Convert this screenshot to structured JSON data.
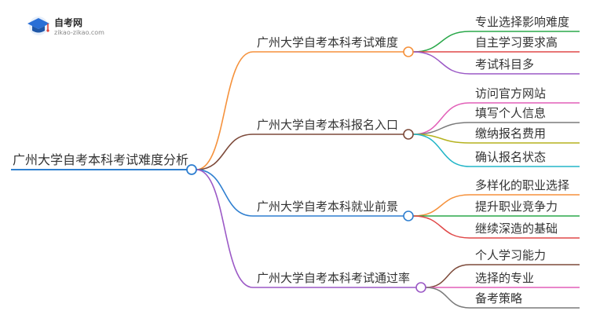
{
  "logo": {
    "icon": "graduation-cap-icon",
    "title": "自考网",
    "url": "zikao-zikao.com",
    "colors": {
      "cap": "#2a6fd6",
      "accent": "#e0443a"
    }
  },
  "mindmap": {
    "root": {
      "label": "广州大学自考本科考试难度分析",
      "color": "#2f7fd0"
    },
    "branches": [
      {
        "label": "广州大学自考本科考试难度",
        "color": "#f5913b",
        "children": [
          {
            "label": "专业选择影响难度",
            "color": "#2aa84a"
          },
          {
            "label": "自主学习要求高",
            "color": "#e04848"
          },
          {
            "label": "考试科目多",
            "color": "#9b59c6"
          }
        ]
      },
      {
        "label": "广州大学自考本科报名入口",
        "color": "#7d4a3a",
        "children": [
          {
            "label": "访问官方网站",
            "color": "#e25fb8"
          },
          {
            "label": "填写个人信息",
            "color": "#7a7a7a"
          },
          {
            "label": "缴纳报名费用",
            "color": "#b5b21e"
          },
          {
            "label": "确认报名状态",
            "color": "#23b6c8"
          }
        ]
      },
      {
        "label": "广州大学自考本科就业前景",
        "color": "#2f7fd0",
        "children": [
          {
            "label": "多样化的职业选择",
            "color": "#f5913b"
          },
          {
            "label": "提升职业竞争力",
            "color": "#2aa84a"
          },
          {
            "label": "继续深造的基础",
            "color": "#e04848"
          }
        ]
      },
      {
        "label": "广州大学自考本科考试通过率",
        "color": "#9b59c6",
        "children": [
          {
            "label": "个人学习能力",
            "color": "#7d4a3a"
          },
          {
            "label": "选择的专业",
            "color": "#e25fb8"
          },
          {
            "label": "备考策略",
            "color": "#7a7a7a"
          }
        ]
      }
    ]
  }
}
